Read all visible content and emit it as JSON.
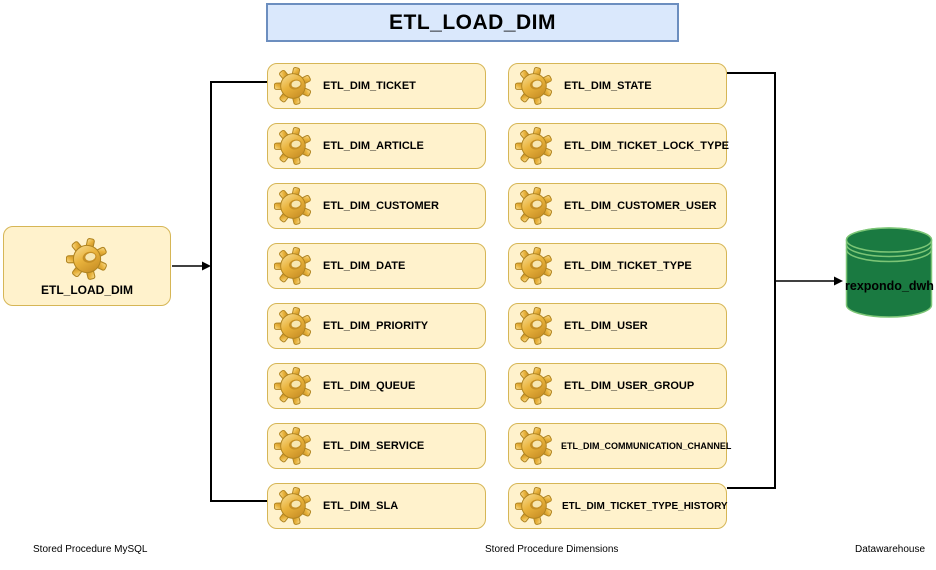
{
  "diagram": {
    "title": "ETL_LOAD_DIM",
    "source_node": {
      "label": "ETL_LOAD_DIM"
    },
    "left_column": [
      "ETL_DIM_TICKET",
      "ETL_DIM_ARTICLE",
      "ETL_DIM_CUSTOMER",
      "ETL_DIM_DATE",
      "ETL_DIM_PRIORITY",
      "ETL_DIM_QUEUE",
      "ETL_DIM_SERVICE",
      "ETL_DIM_SLA"
    ],
    "right_column": [
      "ETL_DIM_STATE",
      "ETL_DIM_TICKET_LOCK_TYPE",
      "ETL_DIM_CUSTOMER_USER",
      "ETL_DIM_TICKET_TYPE",
      "ETL_DIM_USER",
      "ETL_DIM_USER_GROUP",
      "ETL_DIM_COMMUNICATION_CHANNEL",
      "ETL_DIM_TICKET_TYPE_HISTORY"
    ],
    "database": {
      "label": "rexpondo_dwh"
    },
    "footer": {
      "left": "Stored Procedure MySQL",
      "center": "Stored Procedure Dimensions",
      "right": "Datawarehouse"
    },
    "icons": {
      "process": "gear-icon",
      "storage": "database-cylinder-icon"
    },
    "colors": {
      "node_fill": "#FFF2CC",
      "node_border": "#D6B656",
      "title_fill": "#DAE8FC",
      "title_border": "#6C8EBF",
      "database_fill": "#1A7A41",
      "database_stroke": "#7CC576",
      "connector": "#000000",
      "background": "#FFFFFF"
    }
  }
}
